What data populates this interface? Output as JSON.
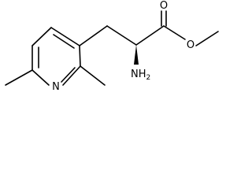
{
  "molecule": {
    "labels": {
      "carbonyl_oxygen": "O",
      "ester_oxygen": "O",
      "ring_nitrogen": "N",
      "amine_main": "NH",
      "amine_sub": "2"
    }
  }
}
